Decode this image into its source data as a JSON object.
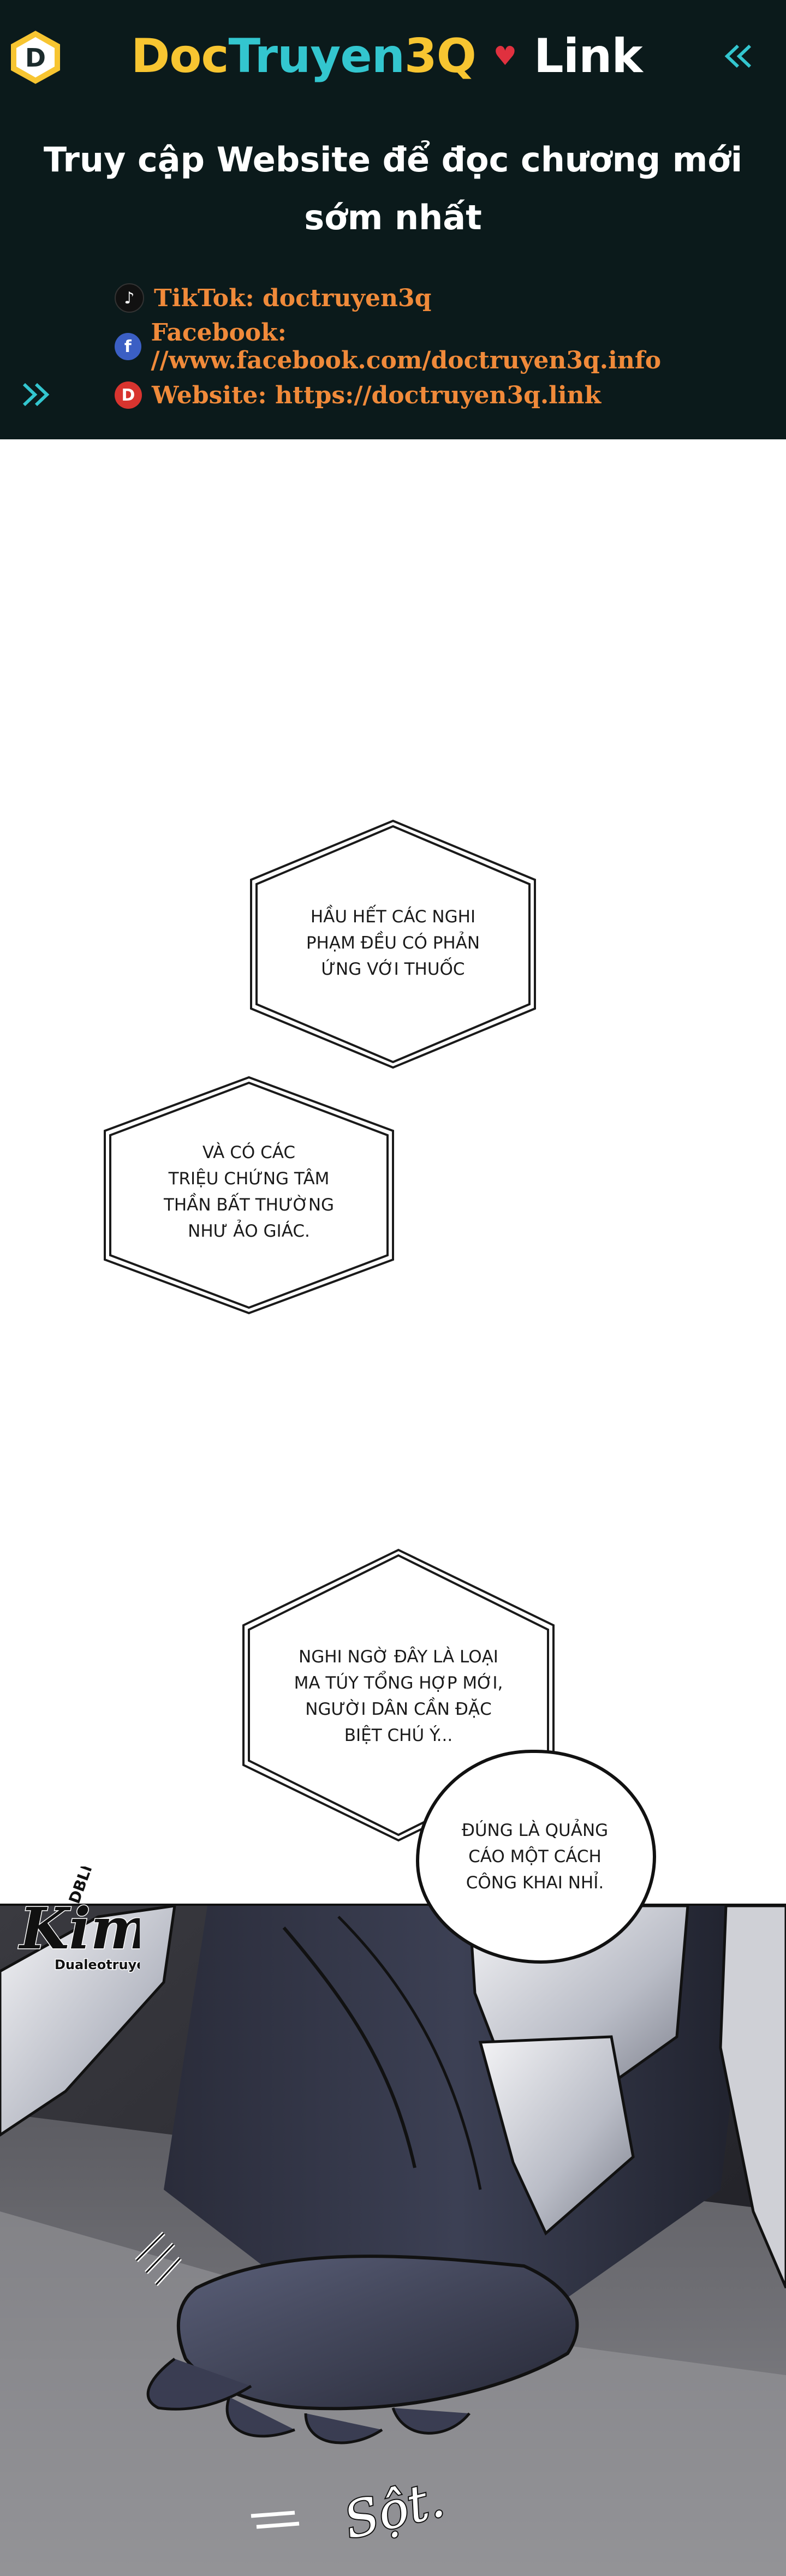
{
  "header": {
    "brand": {
      "part1": "Doc",
      "part2": "Truyen",
      "part3": "3Q",
      "part4": "Link"
    },
    "badge_letter": "D",
    "tagline_line1": "Truy cập Website để đọc chương  mới",
    "tagline_line2": "sớm nhất",
    "contacts": [
      {
        "icon": "tiktok-icon",
        "text": "TikTok: doctruyen3q"
      },
      {
        "icon": "facebook-icon",
        "text": "Facebook: //www.facebook.com/doctruyen3q.info"
      },
      {
        "icon": "website-icon",
        "text": "Website: https://doctruyen3q.link"
      }
    ],
    "colors": {
      "background": "#0b1a1b",
      "yellow": "#f7c531",
      "cyan": "#33c6cf",
      "orange": "#f08a3a",
      "heart": "#e0313f"
    }
  },
  "bubbles": [
    {
      "lines": [
        "HẦU HẾT CÁC NGHI",
        "PHẠM ĐỀU CÓ PHẢN",
        "ỨNG VỚI THUỐC"
      ]
    },
    {
      "lines": [
        "VÀ CÓ CÁC",
        "TRIỆU CHỨNG TÂM",
        "THẦN BẤT THƯỜNG",
        "NHƯ ẢO GIÁC."
      ]
    },
    {
      "lines": [
        "NGHI NGỜ ĐÂY LÀ LOẠI",
        "MA TÚY TỔNG HỢP MỚI,",
        "NGƯỜI DÂN CẦN ĐẶC",
        "BIỆT CHÚ Ý..."
      ]
    },
    {
      "lines": [
        "ĐÚNG LÀ QUẢNG",
        "CÁO MỘT CÁCH",
        "CÔNG KHAI NHỈ."
      ]
    }
  ],
  "watermark": {
    "main": "Kim",
    "side": "DBLN",
    "sub": "Dualeotruyen"
  },
  "sfx": "Sột."
}
